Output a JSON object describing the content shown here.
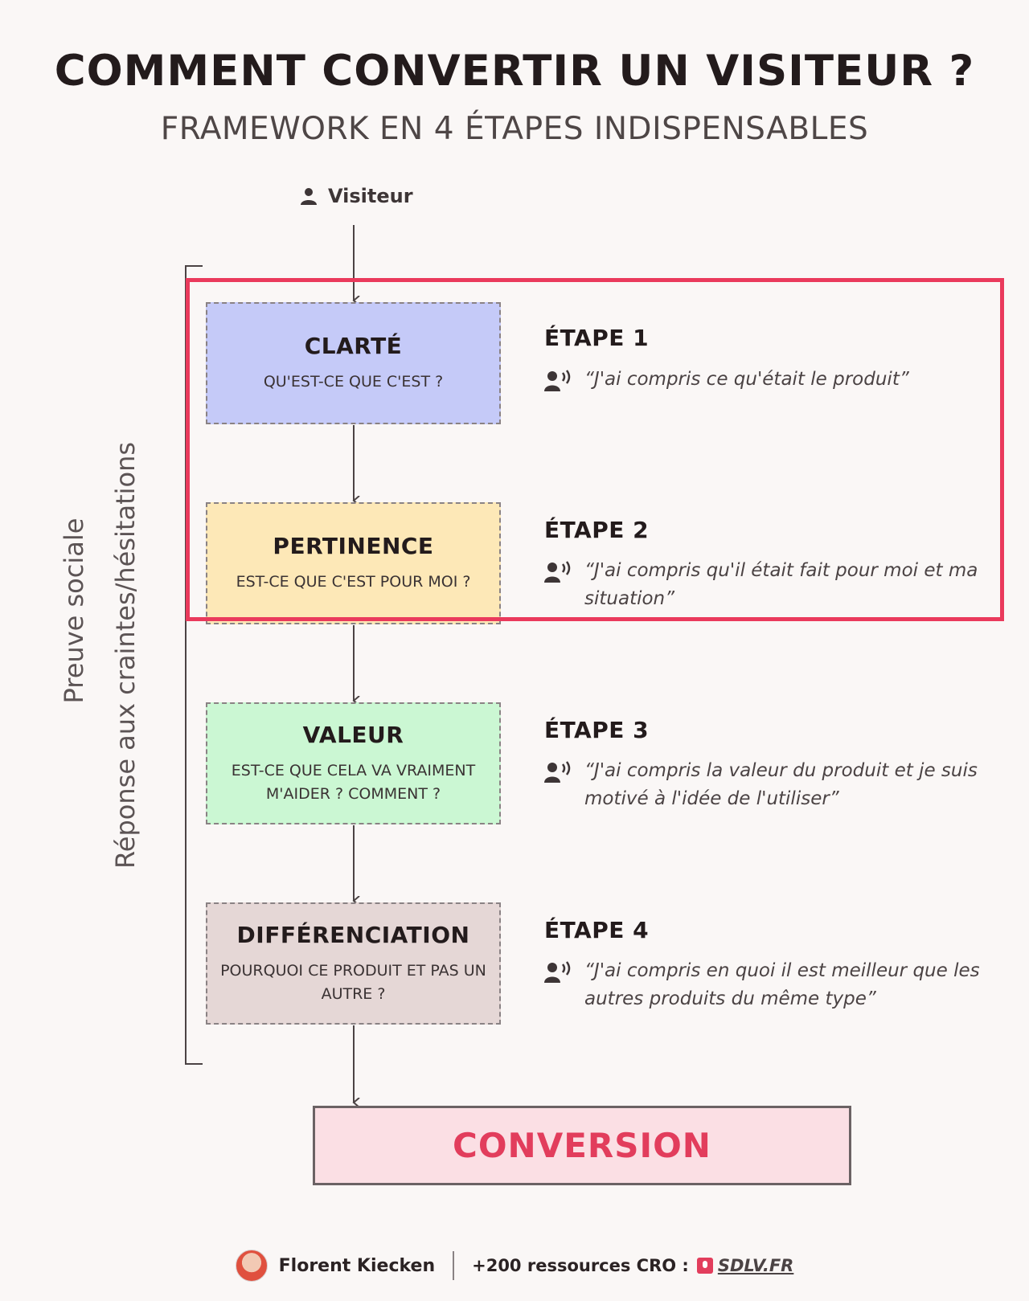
{
  "header": {
    "title": "COMMENT CONVERTIR UN VISITEUR ?",
    "subtitle": "FRAMEWORK EN 4 ÉTAPES INDISPENSABLES"
  },
  "visitor": {
    "label": "Visiteur",
    "icon": "user-icon"
  },
  "side_labels": {
    "outer": "Preuve sociale",
    "inner": "Réponse aux craintes/hésitations"
  },
  "steps": [
    {
      "title": "CLARTÉ",
      "question": "QU'EST-CE QUE C'EST ?",
      "color": "#c5caf8",
      "etape": "ÉTAPE 1",
      "quote": "“J'ai compris ce qu'était le produit”"
    },
    {
      "title": "PERTINENCE",
      "question": "EST-CE QUE C'EST POUR MOI ?",
      "color": "#fde8b7",
      "etape": "ÉTAPE 2",
      "quote": "“J'ai compris qu'il était fait pour moi et ma situation”"
    },
    {
      "title": "VALEUR",
      "question": "EST-CE QUE CELA VA VRAIMENT M'AIDER ? COMMENT ?",
      "color": "#cbf7d3",
      "etape": "ÉTAPE 3",
      "quote": "“J'ai compris la valeur du produit et je suis motivé à l'idée de l'utiliser”"
    },
    {
      "title": "DIFFÉRENCIATION",
      "question": "POURQUOI CE PRODUIT ET PAS UN AUTRE ?",
      "color": "#e5d7d6",
      "etape": "ÉTAPE 4",
      "quote": "“J'ai compris en quoi il est meilleur que les autres produits du même type”"
    }
  ],
  "conversion": {
    "label": "CONVERSION",
    "color": "#e23d5c"
  },
  "highlight_color": "#ea3a5c",
  "footer": {
    "author": "Florent Kiecken",
    "resources": "+200 ressources CRO :",
    "site": "SDLV.FR"
  }
}
